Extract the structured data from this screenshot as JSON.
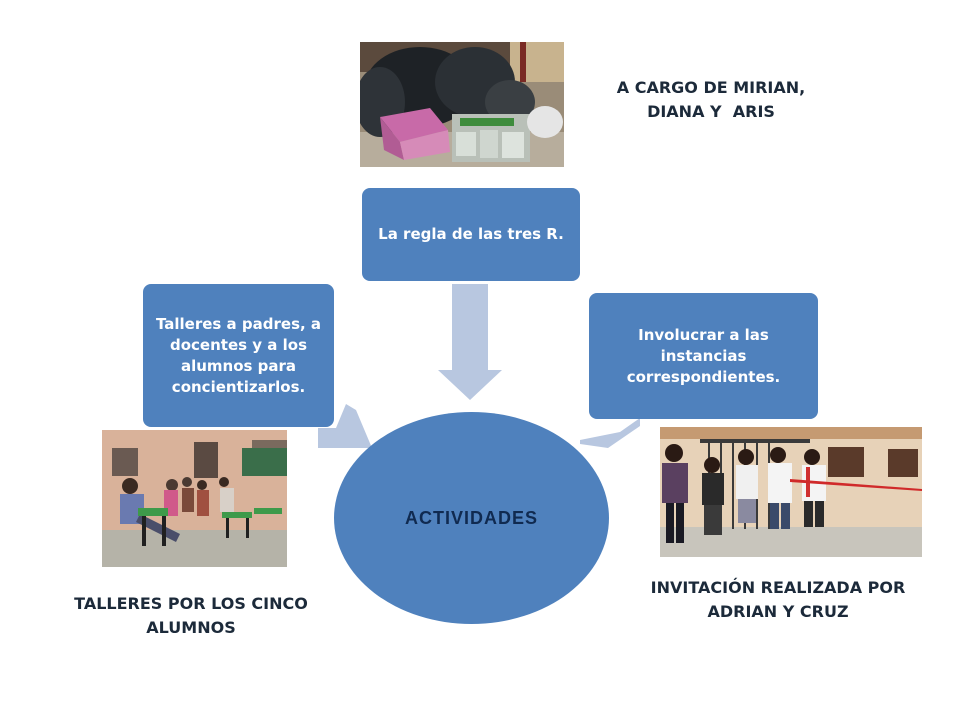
{
  "diagram": {
    "center": {
      "label": "ACTIVIDADES"
    },
    "nodes": [
      {
        "id": "top",
        "label": "La regla de las tres R."
      },
      {
        "id": "left",
        "label": "Talleres a padres, a docentes y a los alumnos para concientizarlos."
      },
      {
        "id": "right",
        "label": "Involucrar a las instancias correspondientes."
      }
    ]
  },
  "captions": {
    "top_lines": [
      "A CARGO DE MIRIAN,",
      "DIANA Y  ARIS"
    ],
    "left_lines": [
      "TALLERES POR LOS CINCO",
      "ALUMNOS"
    ],
    "right_lines": [
      "INVITACIÓN REALIZADA POR",
      "ADRIAN Y CRUZ"
    ]
  },
  "colors": {
    "shape_fill": "#4f81bd",
    "arrow_fill": "#b8c7e0",
    "center_text": "#102a50",
    "caption_text": "#1c2a3a"
  }
}
